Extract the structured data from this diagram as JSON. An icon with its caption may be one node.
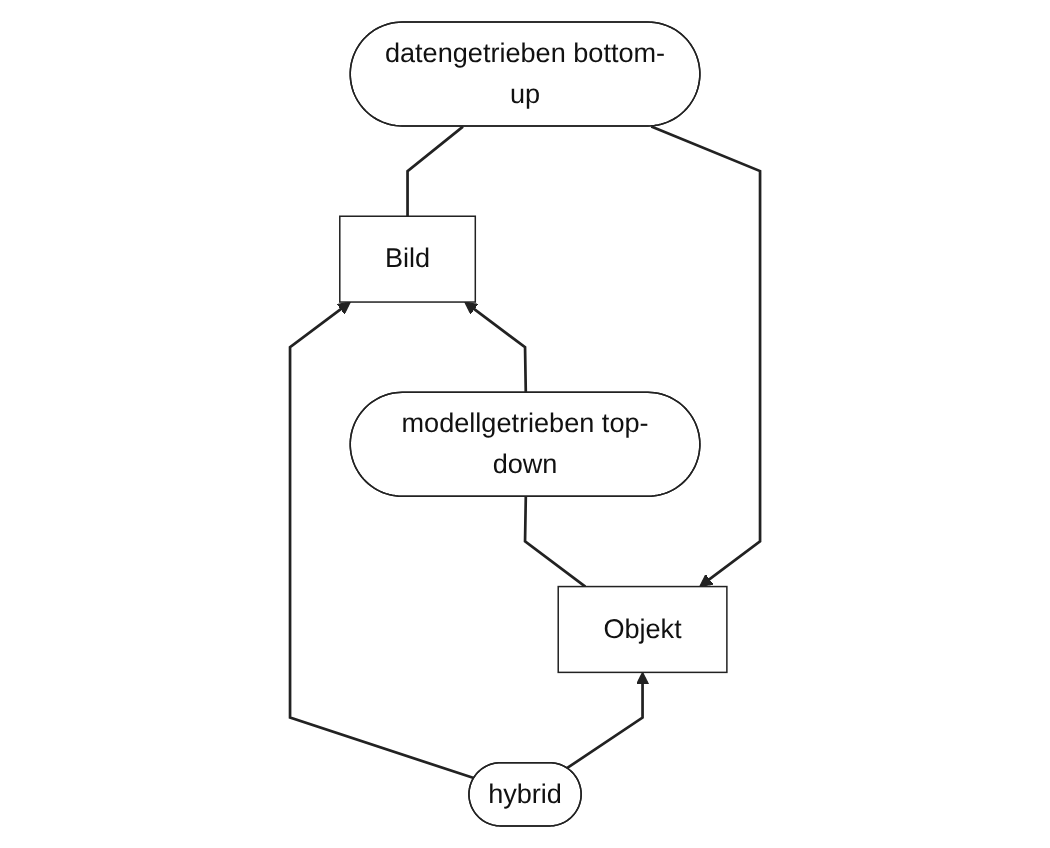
{
  "diagram": {
    "nodes": [
      {
        "text": [
          "Objekt"
        ]
      },
      {
        "text": [
          "datengetrieben bottom-up"
        ]
      },
      {
        "text": [
          "hybrid"
        ]
      },
      {
        "text": [
          "modellgetrieben top-down"
        ]
      },
      {
        "text": [
          "Bild"
        ]
      }
    ],
    "edges": [
      {
        "from": 4,
        "to": 1,
        "arrow": "none"
      },
      {
        "from": 1,
        "to": 0,
        "arrow": "to"
      },
      {
        "from": 2,
        "to": 0,
        "arrow": "to"
      },
      {
        "from": 2,
        "to": 4,
        "arrow": "to"
      },
      {
        "from": 0,
        "to": 3,
        "arrow": "none"
      },
      {
        "from": 3,
        "to": 4,
        "arrow": "to"
      }
    ]
  }
}
